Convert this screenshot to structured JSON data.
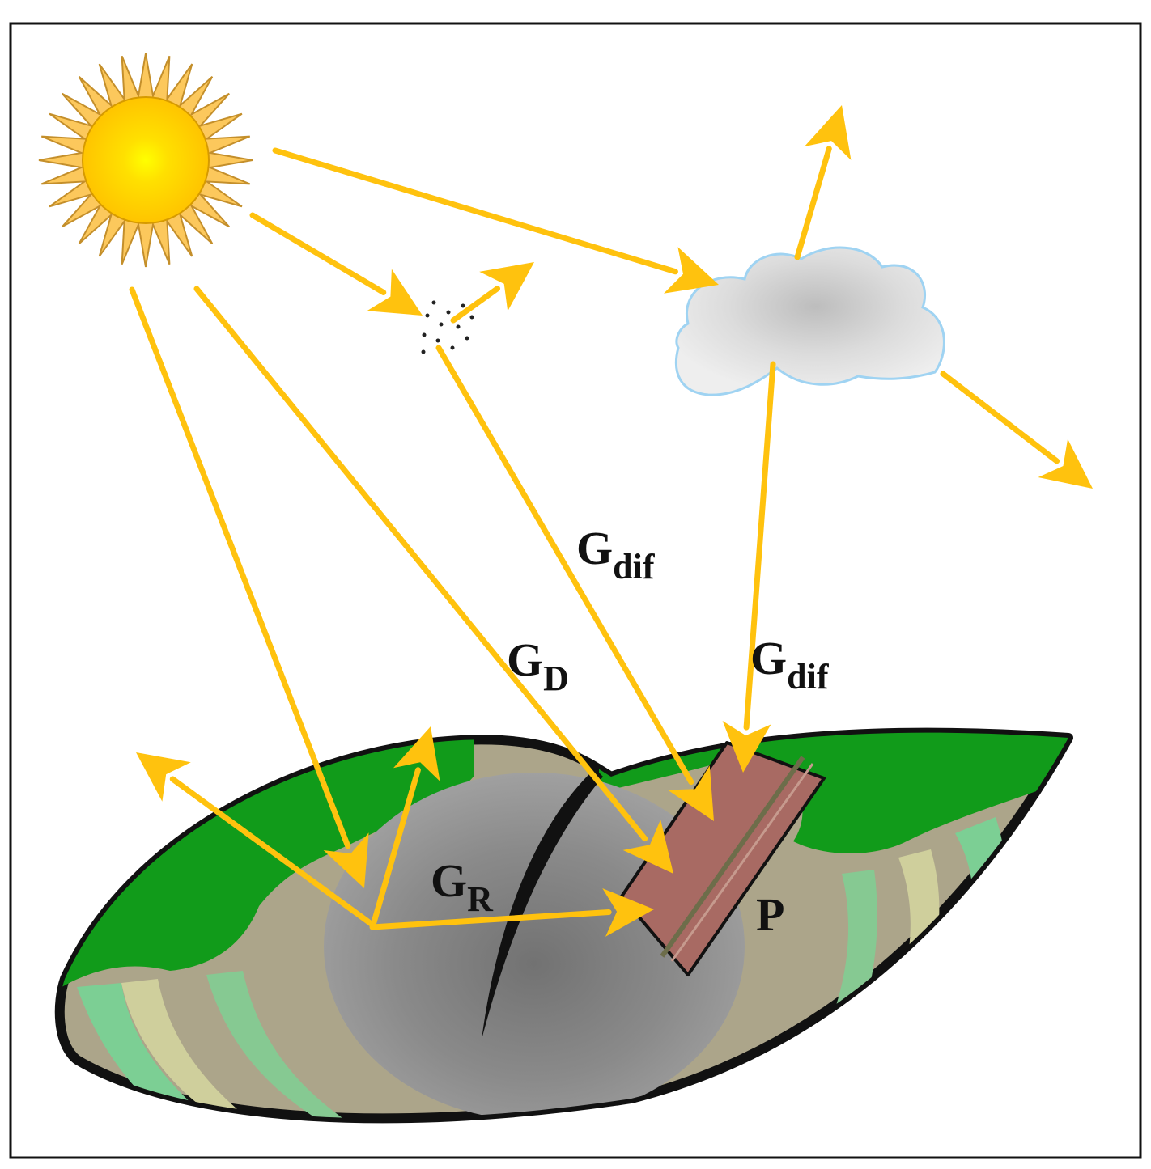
{
  "labels": {
    "g_dif_upper": {
      "main": "G",
      "sub": "dif"
    },
    "g_dif_lower": {
      "main": "G",
      "sub": "dif"
    },
    "g_d": {
      "main": "G",
      "sub": "D"
    },
    "g_r": {
      "main": "G",
      "sub": "R"
    },
    "panel": "P"
  },
  "colors": {
    "ray": "#ffc20e",
    "sun_core": "#ffe600",
    "sun_disk": "#ffc400",
    "sun_rays": "#fcc85c",
    "cloud": "#d6d6d6",
    "cloud_outline": "#9fd3f2",
    "grass": "#119b1a",
    "ground": "#aca58a",
    "rock": "#8f8f8f",
    "panel": "#a86a63",
    "outline": "#111111"
  },
  "icons": {
    "sun": "sun-icon",
    "cloud": "cloud-icon",
    "particles": "aerosol-particles-icon",
    "panel": "solar-panel-icon",
    "ground": "ground-terrain"
  }
}
